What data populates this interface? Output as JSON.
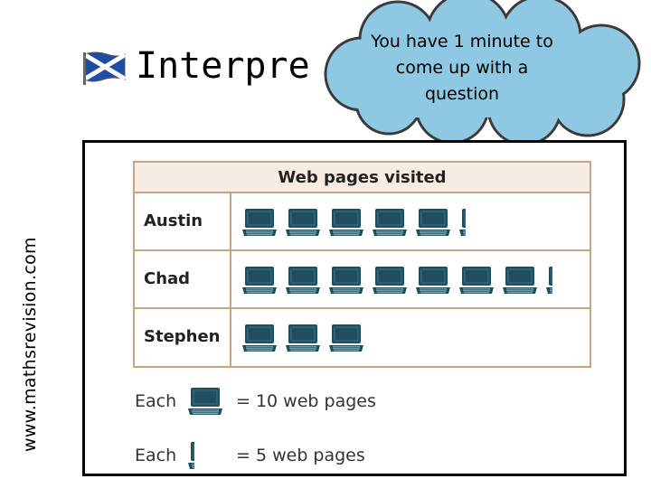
{
  "side_text": "www.mathsrevision.com",
  "title": "Interpre",
  "flag_icon": "scotland-flag-icon",
  "speech_bubble": {
    "line1": "You have 1 minute to",
    "line2": "come up with a",
    "line3": "question"
  },
  "colors": {
    "cloud_fill": "#8ec8e2",
    "table_border": "#c9a480",
    "header_fill": "#f6ece4",
    "laptop": "#1e4e5f"
  },
  "chart_data": {
    "type": "table",
    "title": "Web pages visited",
    "categories": [
      "Austin",
      "Chad",
      "Stephen"
    ],
    "values": [
      55,
      75,
      30
    ],
    "icon_counts": [
      5.5,
      7.5,
      3
    ],
    "icon": "laptop-icon",
    "key": [
      {
        "each": "Each",
        "icon_fraction": 1,
        "equals": "= 10 web pages"
      },
      {
        "each": "Each",
        "icon_fraction": 0.5,
        "equals": "= 5 web pages"
      }
    ]
  }
}
